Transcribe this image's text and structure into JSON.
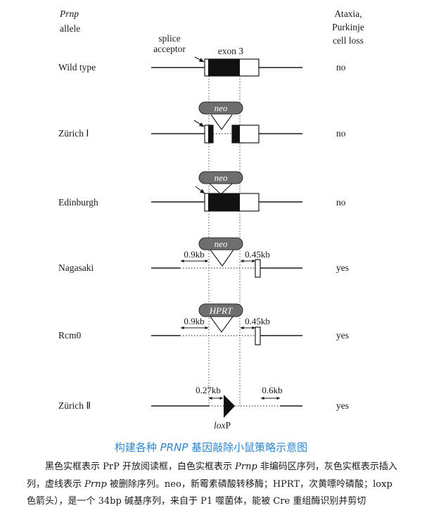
{
  "diagram": {
    "header": {
      "gene": "Prnp",
      "allele": "allele",
      "phenotype": [
        "Ataxia,",
        "Purkinje",
        "cell loss"
      ]
    },
    "splice_acceptor": [
      "splice",
      "acceptor"
    ],
    "exon": "exon 3",
    "alleles": [
      {
        "name": "Wild type",
        "phenotype": "no"
      },
      {
        "name": "Zürich Ⅰ",
        "insert": "neo",
        "phenotype": "no"
      },
      {
        "name": "Edinburgh",
        "insert": "neo",
        "phenotype": "no"
      },
      {
        "name": "Nagasaki",
        "insert": "neo",
        "spans": [
          "0.9kb",
          "0.45kb"
        ],
        "phenotype": "yes"
      },
      {
        "name": "Rcm0",
        "insert": "HPRT",
        "spans": [
          "0.9kb",
          "0.45kb"
        ],
        "phenotype": "yes"
      },
      {
        "name": "Zürich Ⅱ",
        "spans": [
          "0.27kb",
          "0.6kb"
        ],
        "marker": [
          "lox",
          "P"
        ],
        "phenotype": "yes"
      }
    ]
  },
  "caption": {
    "title": [
      "构建各种 ",
      "PRNP",
      " 基因敲除小鼠策略示意图"
    ],
    "lines": [
      [
        "黑色实框表示 PrP 开放阅读框，白色实框表示 ",
        "Prnp",
        " 非编码区序列，灰色实框表示插入序"
      ],
      [
        "列，虚线表示 ",
        "Prnp",
        " 被删除序列。neo，新霉素磷酸转移酶；HPRT，次黄嘌呤磷酸；loxp（黑"
      ],
      [
        "色箭头），是一个 34bp 碱基序列，来自于 P1 噬菌体，能被 Cre 重组酶识别并剪切"
      ]
    ]
  },
  "colors": {
    "text": "#1a1a1a",
    "coding_region": "#111111",
    "noncoding_region": "#ffffff",
    "insert": "#6e6e6e",
    "insert_text": "#ffffff",
    "caption_title": "#2f86cf"
  }
}
